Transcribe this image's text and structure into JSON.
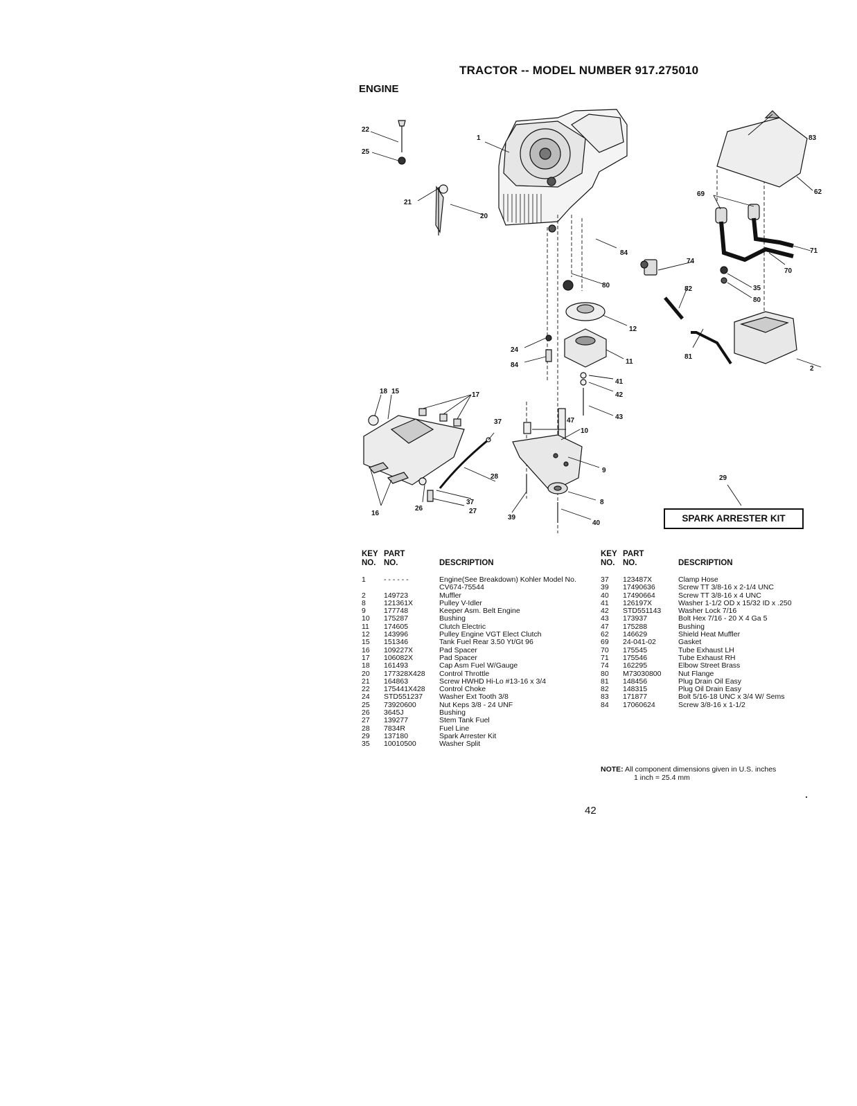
{
  "header": {
    "title": "TRACTOR -- MODEL NUMBER 917.275010",
    "section": "ENGINE"
  },
  "diagram": {
    "callouts": [
      "1",
      "2",
      "8",
      "9",
      "10",
      "11",
      "12",
      "15",
      "16",
      "17",
      "18",
      "20",
      "21",
      "22",
      "24",
      "25",
      "26",
      "27",
      "28",
      "29",
      "35",
      "37",
      "37",
      "39",
      "40",
      "41",
      "42",
      "43",
      "47",
      "62",
      "69",
      "70",
      "71",
      "74",
      "80",
      "80",
      "81",
      "82",
      "83",
      "84",
      "84"
    ],
    "kit_label": "SPARK ARRESTER KIT"
  },
  "table_headers": {
    "key_line1": "KEY",
    "part_line1": "PART",
    "key_line2": "NO.",
    "part_line2": "NO.",
    "description": "DESCRIPTION"
  },
  "parts_left": [
    {
      "key": "1",
      "part": "- - - - - -",
      "desc": "Engine(See Breakdown) Kohler Model No. CV674-75544"
    },
    {
      "key": "2",
      "part": "149723",
      "desc": "Muffler"
    },
    {
      "key": "8",
      "part": "121361X",
      "desc": "Pulley V-Idler"
    },
    {
      "key": "9",
      "part": "177748",
      "desc": "Keeper Asm. Belt Engine"
    },
    {
      "key": "10",
      "part": "175287",
      "desc": "Bushing"
    },
    {
      "key": "11",
      "part": "174605",
      "desc": "Clutch Electric"
    },
    {
      "key": "12",
      "part": "143996",
      "desc": "Pulley Engine VGT Elect Clutch"
    },
    {
      "key": "15",
      "part": "151346",
      "desc": "Tank Fuel Rear 3.50 Yt/Gt 96"
    },
    {
      "key": "16",
      "part": "109227X",
      "desc": "Pad Spacer"
    },
    {
      "key": "17",
      "part": "106082X",
      "desc": "Pad Spacer"
    },
    {
      "key": "18",
      "part": "161493",
      "desc": "Cap Asm Fuel W/Gauge"
    },
    {
      "key": "20",
      "part": "177328X428",
      "desc": "Control Throttle"
    },
    {
      "key": "21",
      "part": "164863",
      "desc": "Screw HWHD Hi-Lo #13-16 x 3/4"
    },
    {
      "key": "22",
      "part": "175441X428",
      "desc": "Control Choke"
    },
    {
      "key": "24",
      "part": "STD551237",
      "desc": "Washer Ext Tooth 3/8"
    },
    {
      "key": "25",
      "part": "73920600",
      "desc": "Nut Keps 3/8 - 24 UNF"
    },
    {
      "key": "26",
      "part": "3645J",
      "desc": "Bushing"
    },
    {
      "key": "27",
      "part": "139277",
      "desc": "Stem Tank Fuel"
    },
    {
      "key": "28",
      "part": "7834R",
      "desc": "Fuel Line"
    },
    {
      "key": "29",
      "part": "137180",
      "desc": "Spark Arrester Kit"
    },
    {
      "key": "35",
      "part": "10010500",
      "desc": "Washer Split"
    }
  ],
  "parts_right": [
    {
      "key": "37",
      "part": "123487X",
      "desc": "Clamp Hose"
    },
    {
      "key": "39",
      "part": "17490636",
      "desc": "Screw TT 3/8-16 x 2-1/4 UNC"
    },
    {
      "key": "40",
      "part": "17490664",
      "desc": "Screw TT 3/8-16 x 4 UNC"
    },
    {
      "key": "41",
      "part": "126197X",
      "desc": "Washer 1-1/2 OD x 15/32 ID x .250"
    },
    {
      "key": "42",
      "part": "STD551143",
      "desc": "Washer Lock 7/16"
    },
    {
      "key": "43",
      "part": "173937",
      "desc": "Bolt Hex 7/16 - 20 X 4 Ga 5"
    },
    {
      "key": "47",
      "part": "175288",
      "desc": "Bushing"
    },
    {
      "key": "62",
      "part": "146629",
      "desc": "Shield Heat Muffler"
    },
    {
      "key": "69",
      "part": "24-041-02",
      "desc": "Gasket"
    },
    {
      "key": "70",
      "part": "175545",
      "desc": "Tube Exhaust LH"
    },
    {
      "key": "71",
      "part": "175546",
      "desc": "Tube Exhaust RH"
    },
    {
      "key": "74",
      "part": "162295",
      "desc": "Elbow Street Brass"
    },
    {
      "key": "80",
      "part": "M73030800",
      "desc": "Nut Flange"
    },
    {
      "key": "81",
      "part": "148456",
      "desc": "Plug Drain Oil Easy"
    },
    {
      "key": "82",
      "part": "148315",
      "desc": "Plug Oil Drain Easy"
    },
    {
      "key": "83",
      "part": "171877",
      "desc": "Bolt 5/16-18 UNC x 3/4 W/ Sems"
    },
    {
      "key": "84",
      "part": "17060624",
      "desc": "Screw 3/8-16 x 1-1/2"
    }
  ],
  "note": {
    "label": "NOTE:",
    "line1": "All component dimensions given in U.S. inches",
    "line2": "1 inch = 25.4 mm"
  },
  "page_number": "42"
}
